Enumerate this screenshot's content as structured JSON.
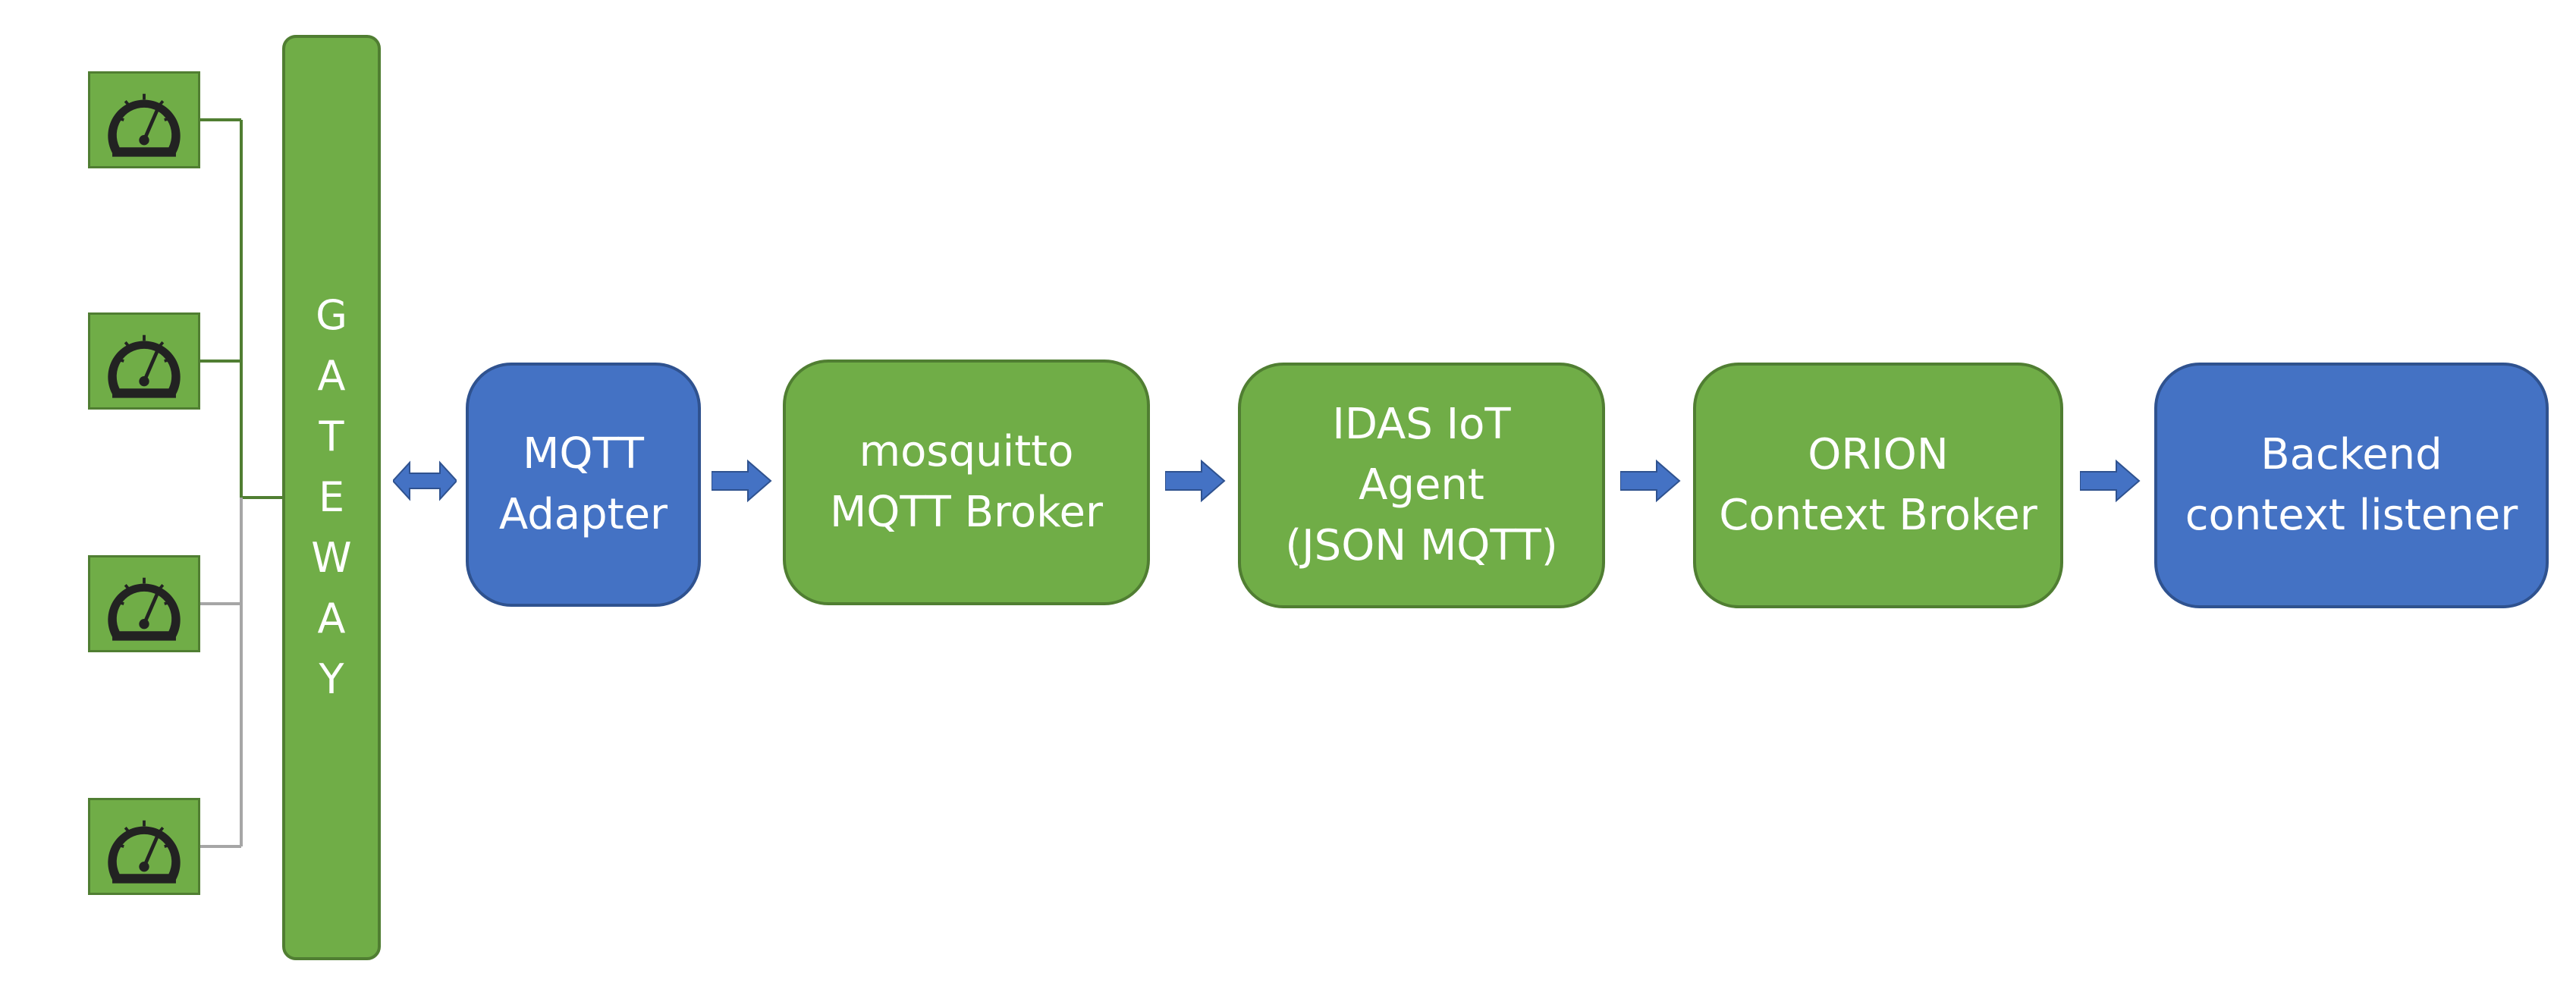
{
  "gateway": {
    "letters": [
      "G",
      "A",
      "T",
      "E",
      "W",
      "A",
      "Y"
    ]
  },
  "sensors": [
    {
      "icon": "gauge-icon"
    },
    {
      "icon": "gauge-icon"
    },
    {
      "icon": "gauge-icon"
    },
    {
      "icon": "gauge-icon"
    }
  ],
  "nodes": {
    "mqtt_adapter": {
      "lines": [
        "MQTT",
        "Adapter"
      ]
    },
    "mosquitto_broker": {
      "lines": [
        "mosquitto",
        "MQTT Broker"
      ]
    },
    "idas_agent": {
      "lines": [
        "IDAS IoT",
        "Agent",
        "(JSON MQTT)"
      ]
    },
    "orion_broker": {
      "lines": [
        "ORION",
        "Context Broker"
      ]
    },
    "backend_listener": {
      "lines": [
        "Backend",
        "context listener"
      ]
    }
  },
  "colors": {
    "green": "#70ad47",
    "green_border": "#507e32",
    "blue": "#4472c4",
    "blue_border": "#2f528f",
    "connector_active": "#507e32",
    "connector_inactive": "#a6a6a6"
  }
}
